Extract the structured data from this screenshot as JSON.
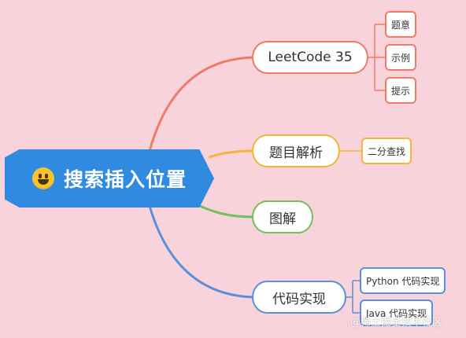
{
  "root": {
    "label": "搜索插入位置",
    "icon": "grinning-face-icon"
  },
  "branches": [
    {
      "label": "LeetCode 35",
      "color": "#ef7b64",
      "children": [
        "题意",
        "示例",
        "提示"
      ]
    },
    {
      "label": "题目解析",
      "color": "#f2b63a",
      "children": [
        "二分查找"
      ]
    },
    {
      "label": "图解",
      "color": "#74be5b",
      "children": []
    },
    {
      "label": "代码实现",
      "color": "#5b8fd8",
      "children": [
        "Python 代码实现",
        "Java 代码实现"
      ]
    }
  ],
  "watermark": "@稀土掘金技术社区",
  "colors": {
    "background": "#f9d3db",
    "root": "#2f8ae0"
  }
}
